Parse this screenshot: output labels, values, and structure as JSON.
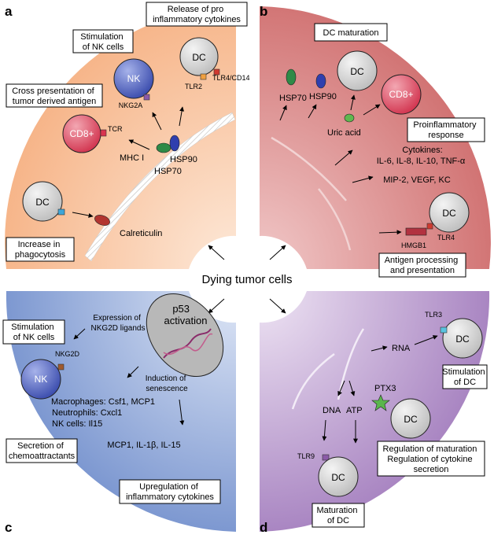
{
  "panels": {
    "a": {
      "letter": "a",
      "boxes": {
        "release": [
          "Release of pro",
          "inflammatory cytokines"
        ],
        "nk_stim": [
          "Stimulation",
          "of NK cells"
        ],
        "cross": [
          "Cross presentation of",
          "tumor derived antigen"
        ],
        "phago": [
          "Increase in",
          "phagocytosis"
        ]
      },
      "cells": {
        "nk": "NK",
        "dc_top": "DC",
        "cd8": "CD8+",
        "dc_left": "DC"
      },
      "receptors": {
        "nkg2a": "NKG2A",
        "tlr2": "TLR2",
        "tlr4cd14": "TLR4/CD14",
        "tcr": "TCR"
      },
      "labels": {
        "mhc": "MHC I",
        "hsp90": "HSP90",
        "hsp70": "HSP70",
        "calreticulin": "Calreticulin"
      }
    },
    "b": {
      "letter": "b",
      "boxes": {
        "maturation": [
          "DC maturation"
        ],
        "proinflam": [
          "Proinflammatory",
          "response"
        ],
        "antigen": [
          "Antigen processing",
          "and presentation"
        ]
      },
      "cells": {
        "dc_top": "DC",
        "cd8": "CD8+",
        "dc_bottom": "DC"
      },
      "labels": {
        "hsp70": "HSP70",
        "hsp90": "HSP90",
        "uric": "Uric acid",
        "cytokines_title": "Cytokines:",
        "cytokines_1": "IL-6, IL-8, IL-10, TNF-α",
        "cytokines_2": "MIP-2, VEGF, KC",
        "hmgb1": "HMGB1",
        "tlr4": "TLR4"
      }
    },
    "c": {
      "letter": "c",
      "boxes": {
        "nk_stim": [
          "Stimulation",
          "of NK cells"
        ],
        "secretion": [
          "Secretion of",
          "chemoattractants"
        ],
        "upreg": [
          "Upregulation of",
          "inflammatory cytokines"
        ]
      },
      "cells": {
        "nk": "NK"
      },
      "labels": {
        "p53_1": "p53",
        "p53_2": "activation",
        "nkg2d_lig_1": "Expression of",
        "nkg2d_lig_2": "NKG2D ligands",
        "nkg2d": "NKG2D",
        "senescence_1": "Induction of",
        "senescence_2": "senescence",
        "macro": "Macrophages: Csf1, MCP1",
        "neutro": "Neutrophils: Cxcl1",
        "nkcells": "NK cells: Il15",
        "mcp": "MCP1, IL-1β, IL-15"
      }
    },
    "d": {
      "letter": "d",
      "boxes": {
        "stim_dc": [
          "Stimulation",
          "of DC"
        ],
        "regulation": [
          "Regulation of maturation",
          "Regulation of cytokine",
          "secretion"
        ],
        "mat_dc": [
          "Maturation",
          "of DC"
        ]
      },
      "cells": {
        "dc_tlr3": "DC",
        "dc_ptx3": "DC",
        "dc_tlr9": "DC"
      },
      "labels": {
        "tlr3": "TLR3",
        "rna": "RNA",
        "ptx3": "PTX3",
        "dna": "DNA",
        "atp": "ATP",
        "tlr9": "TLR9"
      }
    }
  },
  "center": {
    "label": "Dying tumor cells"
  },
  "colors": {
    "panel_a": "#f6b183",
    "panel_b": "#d67b7b",
    "panel_c": "#7d98d0",
    "panel_d": "#a883c2",
    "cd8": "#d9334f",
    "nk": "#3b4fb0",
    "dc": "#c8c8c8",
    "hsp70": "#2f8a47",
    "hsp90": "#2f3fae",
    "calreticulin": "#b23530",
    "uric": "#5fb84f",
    "hmgb1": "#b23240",
    "ptx3": "#5ab64c"
  }
}
